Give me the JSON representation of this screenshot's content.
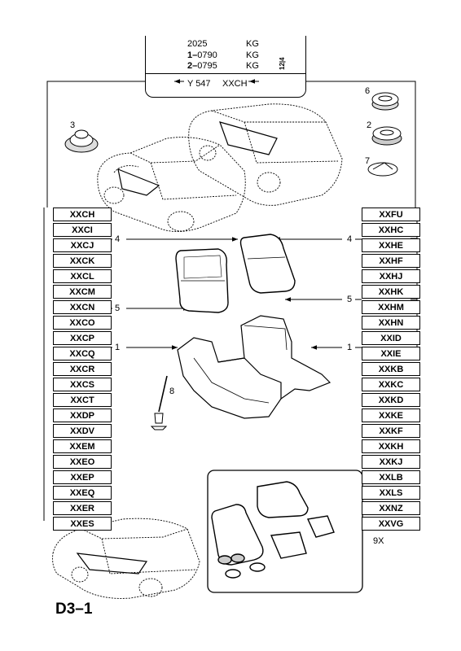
{
  "header": {
    "rows": [
      {
        "prefix": "",
        "value": "2025",
        "unit": "KG"
      },
      {
        "prefix": "1–",
        "value": "0790",
        "unit": "KG"
      },
      {
        "prefix": "2–",
        "value": "0795",
        "unit": "KG"
      }
    ],
    "model": "Y 547",
    "code": "XXCH",
    "vertical_code": "12|4"
  },
  "left_codes": [
    "XXCH",
    "XXCI",
    "XXCJ",
    "XXCK",
    "XXCL",
    "XXCM",
    "XXCN",
    "XXCO",
    "XXCP",
    "XXCQ",
    "XXCR",
    "XXCS",
    "XXCT",
    "XXDP",
    "XXDV",
    "XXEM",
    "XXEO",
    "XXEP",
    "XXEQ",
    "XXER",
    "XXES"
  ],
  "right_codes": [
    "XXFU",
    "XXHC",
    "XXHE",
    "XXHF",
    "XXHJ",
    "XXHK",
    "XXHM",
    "XXHN",
    "XXID",
    "XXIE",
    "XXKB",
    "XXKC",
    "XXKD",
    "XXKE",
    "XXKF",
    "XXKH",
    "XXKJ",
    "XXLB",
    "XXLS",
    "XXNZ",
    "XXVG"
  ],
  "callouts": {
    "c1_left": "1",
    "c1_right": "1",
    "c4_left": "4",
    "c4_right": "4",
    "c5_left": "5",
    "c5_right": "5",
    "c2": "2",
    "c3": "3",
    "c6": "6",
    "c7": "7",
    "c8": "8",
    "kit": "9X"
  },
  "page_title": "D3–1"
}
